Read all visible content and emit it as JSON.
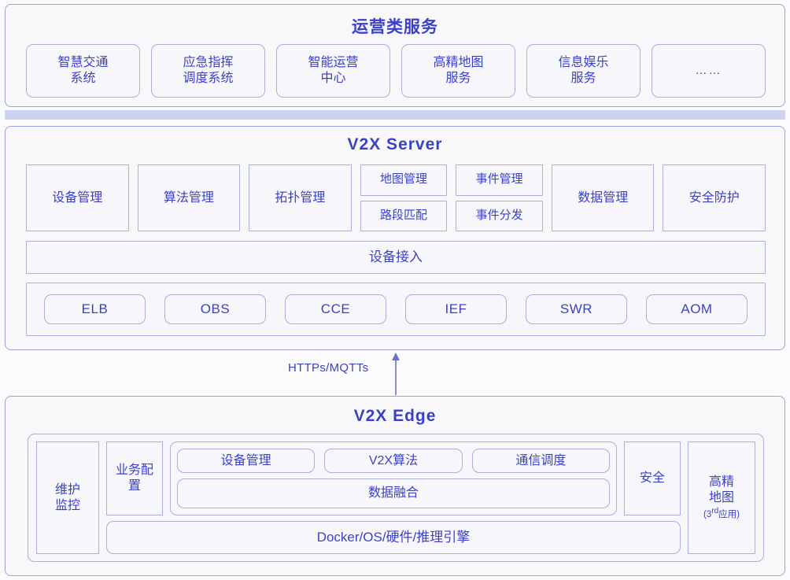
{
  "operations": {
    "title": "运营类服务",
    "items": [
      {
        "label": "智慧交通\n系统"
      },
      {
        "label": "应急指挥\n调度系统"
      },
      {
        "label": "智能运营\n中心"
      },
      {
        "label": "高精地图\n服务"
      },
      {
        "label": "信息娱乐\n服务"
      },
      {
        "label": "……"
      }
    ]
  },
  "divider": {
    "color": "#ccd3f0"
  },
  "server": {
    "title": "V2X Server",
    "modules": [
      {
        "type": "single",
        "items": [
          "设备管理"
        ]
      },
      {
        "type": "single",
        "items": [
          "算法管理"
        ]
      },
      {
        "type": "single",
        "items": [
          "拓扑管理"
        ]
      },
      {
        "type": "split",
        "items": [
          "地图管理",
          "路段匹配"
        ]
      },
      {
        "type": "split",
        "items": [
          "事件管理",
          "事件分发"
        ]
      },
      {
        "type": "single",
        "items": [
          "数据管理"
        ]
      },
      {
        "type": "single",
        "items": [
          "安全防护"
        ]
      }
    ],
    "access_bar": "设备接入",
    "cloud_services": [
      "ELB",
      "OBS",
      "CCE",
      "IEF",
      "SWR",
      "AOM"
    ]
  },
  "connector": {
    "label": "HTTPs/MQTTs",
    "direction": "up"
  },
  "edge": {
    "title": "V2X Edge",
    "left_tall": "维护\n监控",
    "config_short": "业务配\n置",
    "group_row": [
      "设备管理",
      "V2X算法",
      "通信调度"
    ],
    "fusion": "数据融合",
    "base": "Docker/OS/硬件/推理引擎",
    "security_short": "安全",
    "hdmap": {
      "line1": "高精",
      "line2": "地图",
      "note_prefix": "(3",
      "note_sup": "rd",
      "note_suffix": "应用)"
    }
  },
  "colors": {
    "text": "#3b41c5",
    "border": "#a7afda",
    "panel_border": "#9aa3d4",
    "panel_bg": "#f8f8fb",
    "page_bg": "#fbfbfd",
    "divider": "#ccd3f0"
  }
}
